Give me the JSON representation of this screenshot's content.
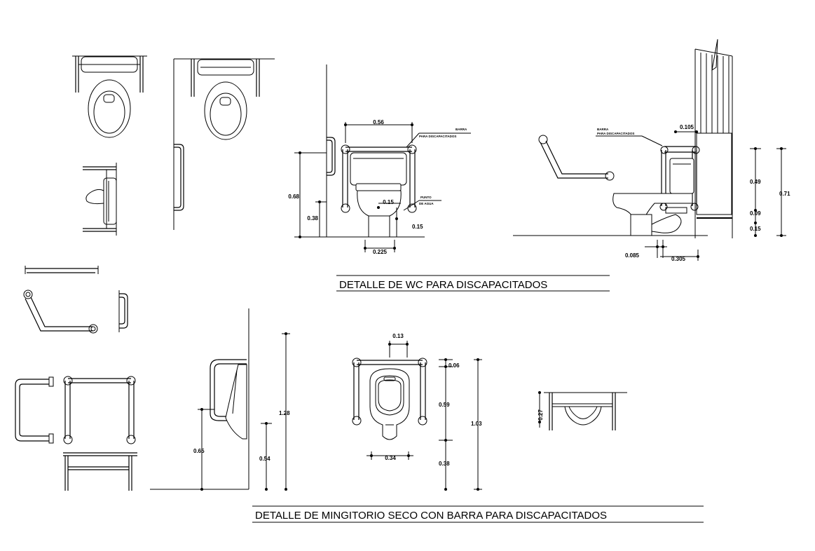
{
  "titles": {
    "wc": "DETALLE DE WC PARA DISCAPACITADOS",
    "urinal": "DETALLE DE MINGITORIO SECO CON BARRA PARA DISCAPACITADOS"
  },
  "notes": {
    "barra_1": "BARRA",
    "barra_2": "PARA DISCAPACITADOS",
    "punto_1": "PUNTO",
    "punto_2": "DE AGUA"
  },
  "dimensions": {
    "wc_front_width": "0.56",
    "wc_front_height": "0.68",
    "wc_front_low": "0.38",
    "wc_front_outlet": "0.15",
    "wc_front_floor": "0.15",
    "wc_front_base": "0.225",
    "wc_side_wall": "0.105",
    "wc_side_upper": "0.49",
    "wc_side_total": "0.71",
    "wc_side_mid": "0.09",
    "wc_side_floor": "0.15",
    "wc_side_b1": "0.085",
    "wc_side_b2": "0.305",
    "ur_side_total": "1.28",
    "ur_side_bar": "0.65",
    "ur_side_rim": "0.54",
    "ur_front_gap": "0.13",
    "ur_front_top": "0.06",
    "ur_front_mid": "0.59",
    "ur_front_total": "1.03",
    "ur_front_bottom": "0.38",
    "ur_front_width": "0.34",
    "ur_plan_depth": "0.27"
  }
}
